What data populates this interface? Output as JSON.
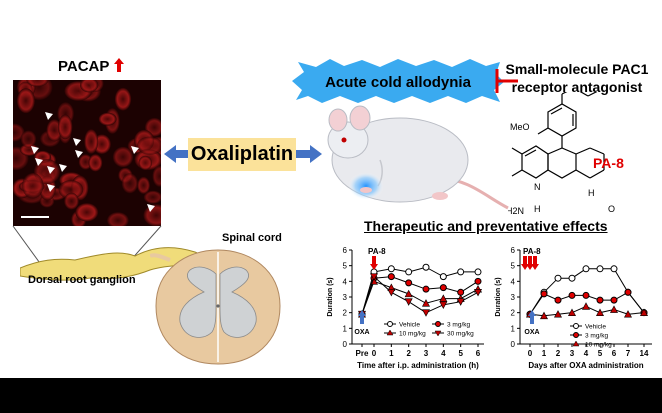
{
  "top_left": {
    "pacap_label": "PACAP"
  },
  "center": {
    "drug_label": "Oxaliplatin"
  },
  "effect": {
    "label": "Acute cold allodynia"
  },
  "antagonist": {
    "line1": "Small-molecule PAC1",
    "line2": "receptor antagonist",
    "compound_name": "PA-8",
    "substituents": {
      "methoxy": "MeO",
      "amine": "H2N",
      "ring_n": "N",
      "ring_nh": "H",
      "ring_o": "O"
    }
  },
  "anatomy": {
    "spinal_cord": "Spinal cord",
    "drg": "Dorsal root ganglion"
  },
  "panel_title": "Therapeutic and preventative effects",
  "colors": {
    "accent_red": "#e00000",
    "drug_box": "#fbe29a",
    "arrow_blue": "#4472c4",
    "cold_blue": "#1e90ff"
  },
  "chart_data": [
    {
      "type": "line",
      "ylabel": "Duration (s)",
      "xlabel": "Time after i.p. administration (h)",
      "x_ticks": [
        "Pre",
        "0",
        "1",
        "2",
        "3",
        "4",
        "5",
        "6"
      ],
      "y_ticks": [
        "0",
        "1",
        "2",
        "3",
        "4",
        "5",
        "6"
      ],
      "ylim": [
        0,
        6
      ],
      "annotations": {
        "drug": "PA-8",
        "oxa": "OXA"
      },
      "series": [
        {
          "name": "Vehicle",
          "marker": "open-circle",
          "values": [
            1.9,
            4.6,
            4.8,
            4.6,
            4.9,
            4.3,
            4.6,
            4.6
          ]
        },
        {
          "name": "3 mg/kg",
          "marker": "red-circle",
          "values": [
            1.9,
            4.2,
            4.3,
            3.9,
            3.5,
            3.6,
            3.3,
            4.0
          ]
        },
        {
          "name": "10 mg/kg",
          "marker": "up-triangle",
          "values": [
            1.9,
            4.0,
            3.6,
            3.2,
            2.6,
            2.9,
            2.9,
            3.5
          ]
        },
        {
          "name": "30 mg/kg",
          "marker": "down-triangle",
          "values": [
            1.9,
            4.3,
            3.3,
            2.7,
            2.0,
            2.5,
            2.7,
            3.3
          ]
        }
      ]
    },
    {
      "type": "line",
      "ylabel": "Duration (s)",
      "xlabel": "Days after OXA administration",
      "x_ticks": [
        "0",
        "1",
        "2",
        "3",
        "4",
        "5",
        "6",
        "7",
        "14"
      ],
      "y_ticks": [
        "0",
        "1",
        "2",
        "3",
        "4",
        "5",
        "6"
      ],
      "ylim": [
        0,
        6
      ],
      "annotations": {
        "drug": "PA-8",
        "oxa": "OXA"
      },
      "series": [
        {
          "name": "Vehicle",
          "marker": "open-circle",
          "values": [
            1.9,
            3.3,
            4.2,
            4.2,
            4.8,
            4.8,
            4.8,
            3.3,
            2.0
          ]
        },
        {
          "name": "3 mg/kg",
          "marker": "red-circle",
          "values": [
            1.9,
            3.2,
            2.8,
            3.1,
            3.1,
            2.8,
            2.8,
            3.3,
            2.0
          ]
        },
        {
          "name": "10 mg/kg",
          "marker": "up-triangle",
          "values": [
            1.9,
            1.8,
            1.9,
            2.0,
            2.4,
            2.0,
            2.2,
            1.9,
            2.0
          ]
        }
      ]
    }
  ]
}
